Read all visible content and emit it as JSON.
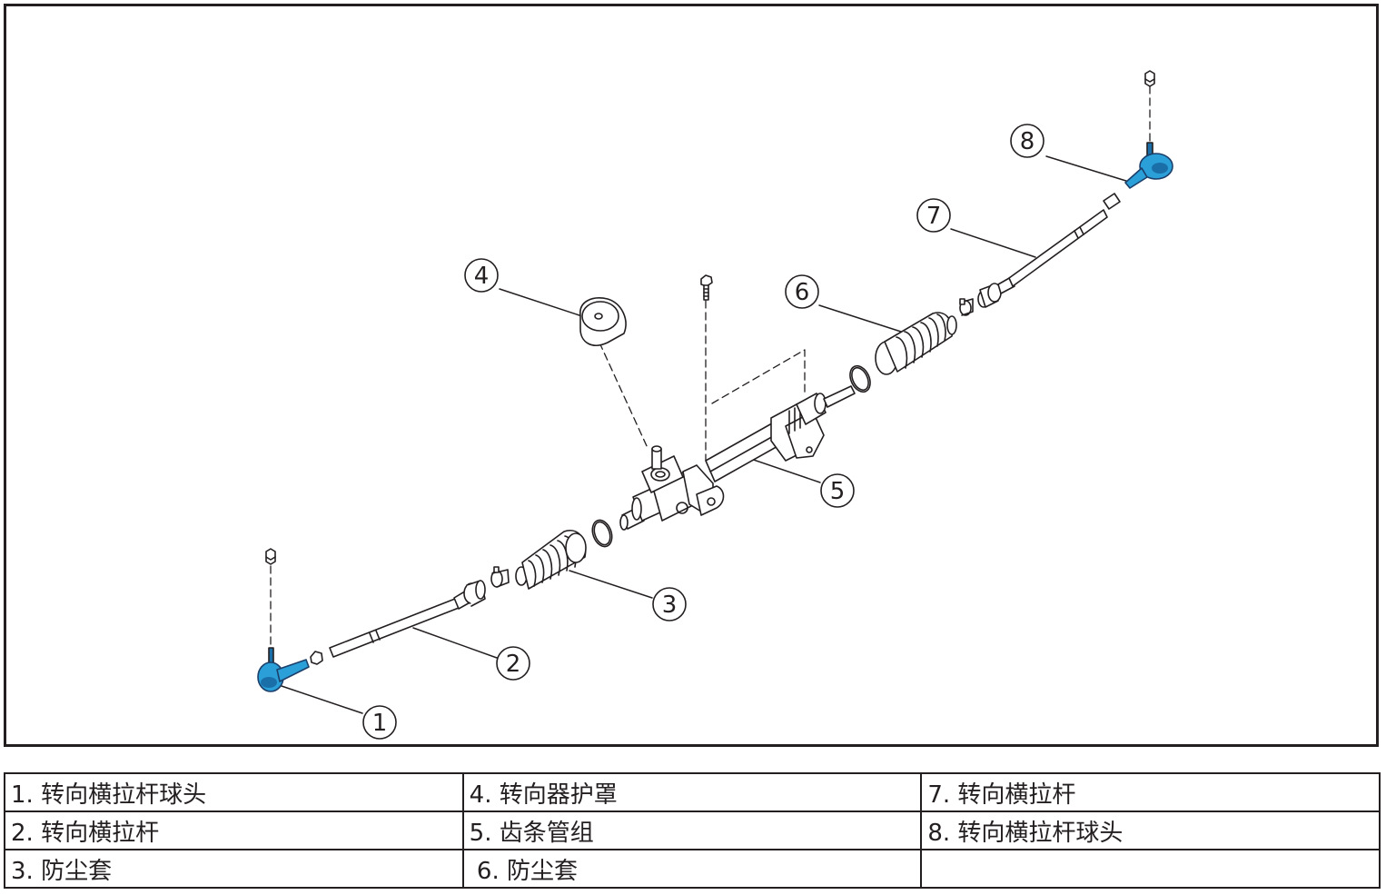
{
  "colors": {
    "line": "#231f20",
    "ball_joint": "#2a9fd8",
    "ball_joint_dark": "#1b6fa8"
  },
  "callouts": [
    "1",
    "2",
    "3",
    "4",
    "5",
    "6",
    "7",
    "8"
  ],
  "legend": {
    "rows": [
      [
        "1. 转向横拉杆球头",
        "4. 转向器护罩",
        "7. 转向横拉杆"
      ],
      [
        "2. 转向横拉杆",
        "5. 齿条管组",
        "8. 转向横拉杆球头"
      ],
      [
        "3. 防尘套",
        " 6. 防尘套",
        ""
      ]
    ]
  }
}
